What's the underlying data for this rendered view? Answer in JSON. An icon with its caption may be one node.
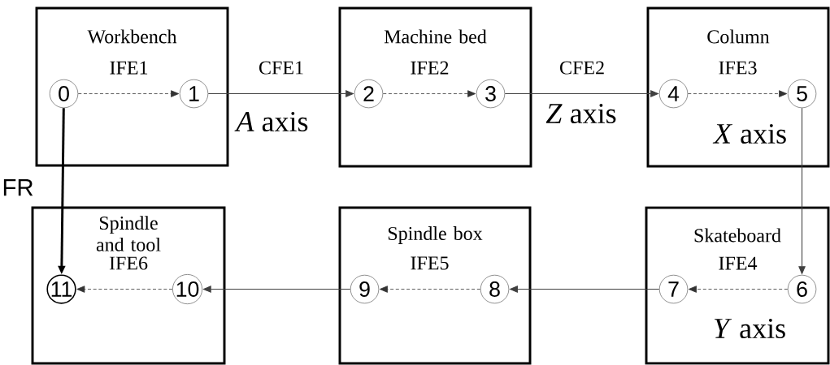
{
  "diagram": {
    "nodes": [
      {
        "text": [
          "Workbench"
        ]
      },
      {
        "text": [
          "Machine bed"
        ]
      },
      {
        "text": [
          "Column",
          "*X* axis"
        ]
      },
      {
        "text": [
          "Spindle and tool"
        ]
      },
      {
        "text": [
          "Spindle box"
        ]
      },
      {
        "text": [
          "Skateboard",
          "*Y* axis"
        ]
      },
      {
        "text": [
          "0"
        ],
        "in": 0
      },
      {
        "text": [
          "1"
        ],
        "in": 0
      },
      {
        "text": [
          "2"
        ],
        "in": 1
      },
      {
        "text": [
          "3"
        ],
        "in": 1
      },
      {
        "text": [
          "4"
        ],
        "in": 2
      },
      {
        "text": [
          "5"
        ],
        "in": 2
      },
      {
        "text": [
          "6"
        ],
        "in": 5
      },
      {
        "text": [
          "7"
        ],
        "in": 5
      },
      {
        "text": [
          "8"
        ],
        "in": 4
      },
      {
        "text": [
          "9"
        ],
        "in": 4
      },
      {
        "text": [
          "10"
        ],
        "in": 3
      },
      {
        "text": [
          "11"
        ],
        "in": 3
      }
    ],
    "edges": [
      {
        "from": 6,
        "to": 7,
        "arrow": "to",
        "style": "dashed",
        "label": "IFE1"
      },
      {
        "from": 7,
        "to": 8,
        "arrow": "to",
        "label": "CFE1"
      },
      {
        "from": 8,
        "to": 9,
        "arrow": "to",
        "style": "dashed",
        "label": "IFE2"
      },
      {
        "from": 9,
        "to": 10,
        "arrow": "to",
        "label": "CFE2"
      },
      {
        "from": 10,
        "to": 11,
        "arrow": "to",
        "style": "dashed",
        "label": "IFE3"
      },
      {
        "from": 11,
        "to": 12,
        "arrow": "to"
      },
      {
        "from": 12,
        "to": 13,
        "arrow": "to",
        "style": "dashed",
        "label": "IFE4"
      },
      {
        "from": 13,
        "to": 14,
        "arrow": "to"
      },
      {
        "from": 14,
        "to": 15,
        "arrow": "to",
        "style": "dashed",
        "label": "IFE5"
      },
      {
        "from": 15,
        "to": 16,
        "arrow": "to"
      },
      {
        "from": 16,
        "to": 17,
        "arrow": "to",
        "style": "dashed",
        "label": "IFE6"
      },
      {
        "from": 6,
        "to": 17,
        "arrow": "to",
        "style": "thick",
        "label": "FR"
      }
    ],
    "labels": [
      "*A* axis",
      "*Z* axis"
    ]
  }
}
